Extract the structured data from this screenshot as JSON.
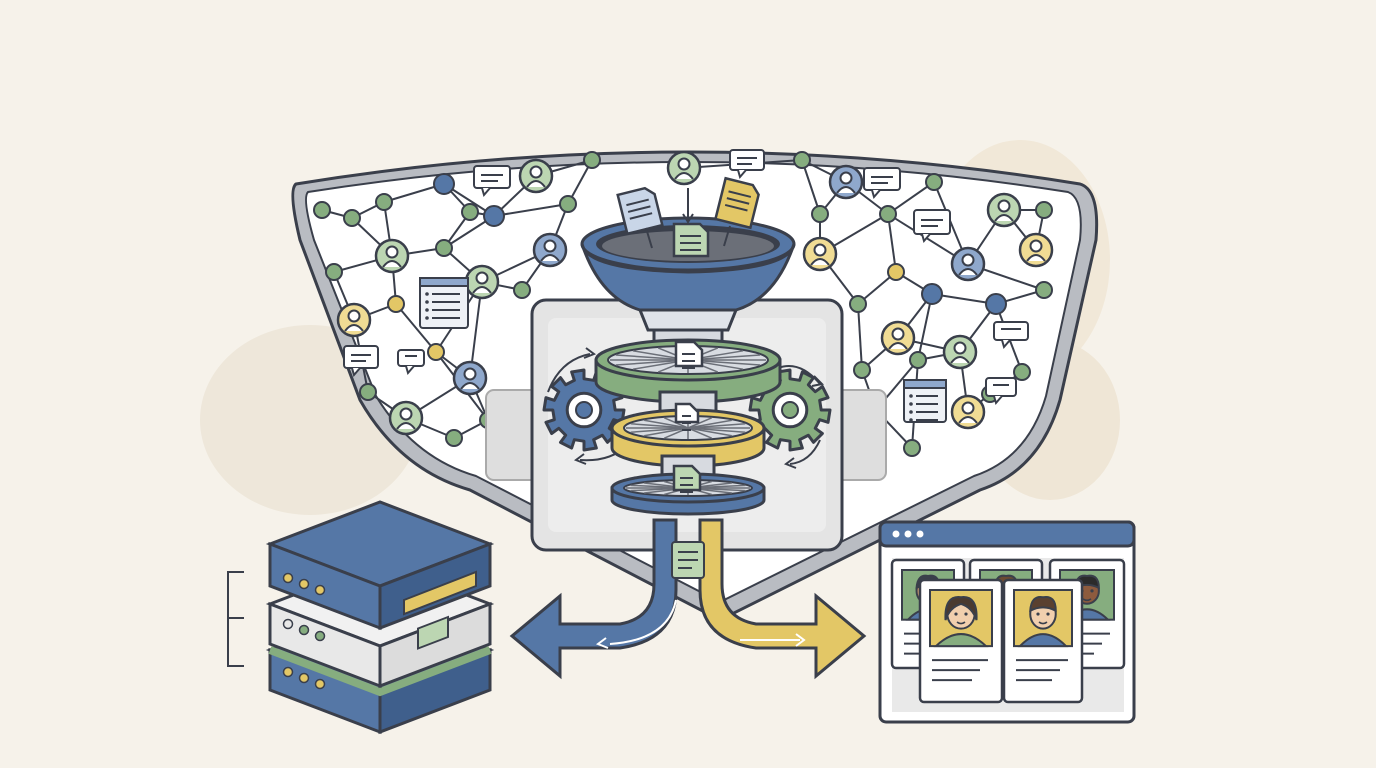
{
  "palette": {
    "background": "#f6f2ea",
    "ink": "#3a3f4b",
    "blue": "#5577a6",
    "blue_dark": "#3f5f8c",
    "green": "#86ad7f",
    "green_light": "#bcd6b2",
    "yellow": "#e3c766",
    "panel": "#ffffff",
    "machine": "#dcdcdc",
    "light_gray": "#e9e9e9"
  },
  "illustration": {
    "subject": "data-funnel-pipeline",
    "left_output": "database-stack",
    "right_output": "profile-cards-browser-window"
  },
  "icons": [
    "network-node-icon",
    "person-node-icon",
    "chat-bubble-icon",
    "document-icon",
    "funnel-icon",
    "gear-icon",
    "filter-ring-icon",
    "database-icon",
    "browser-window-icon",
    "profile-card-icon",
    "arrow-left-icon",
    "arrow-right-icon"
  ]
}
